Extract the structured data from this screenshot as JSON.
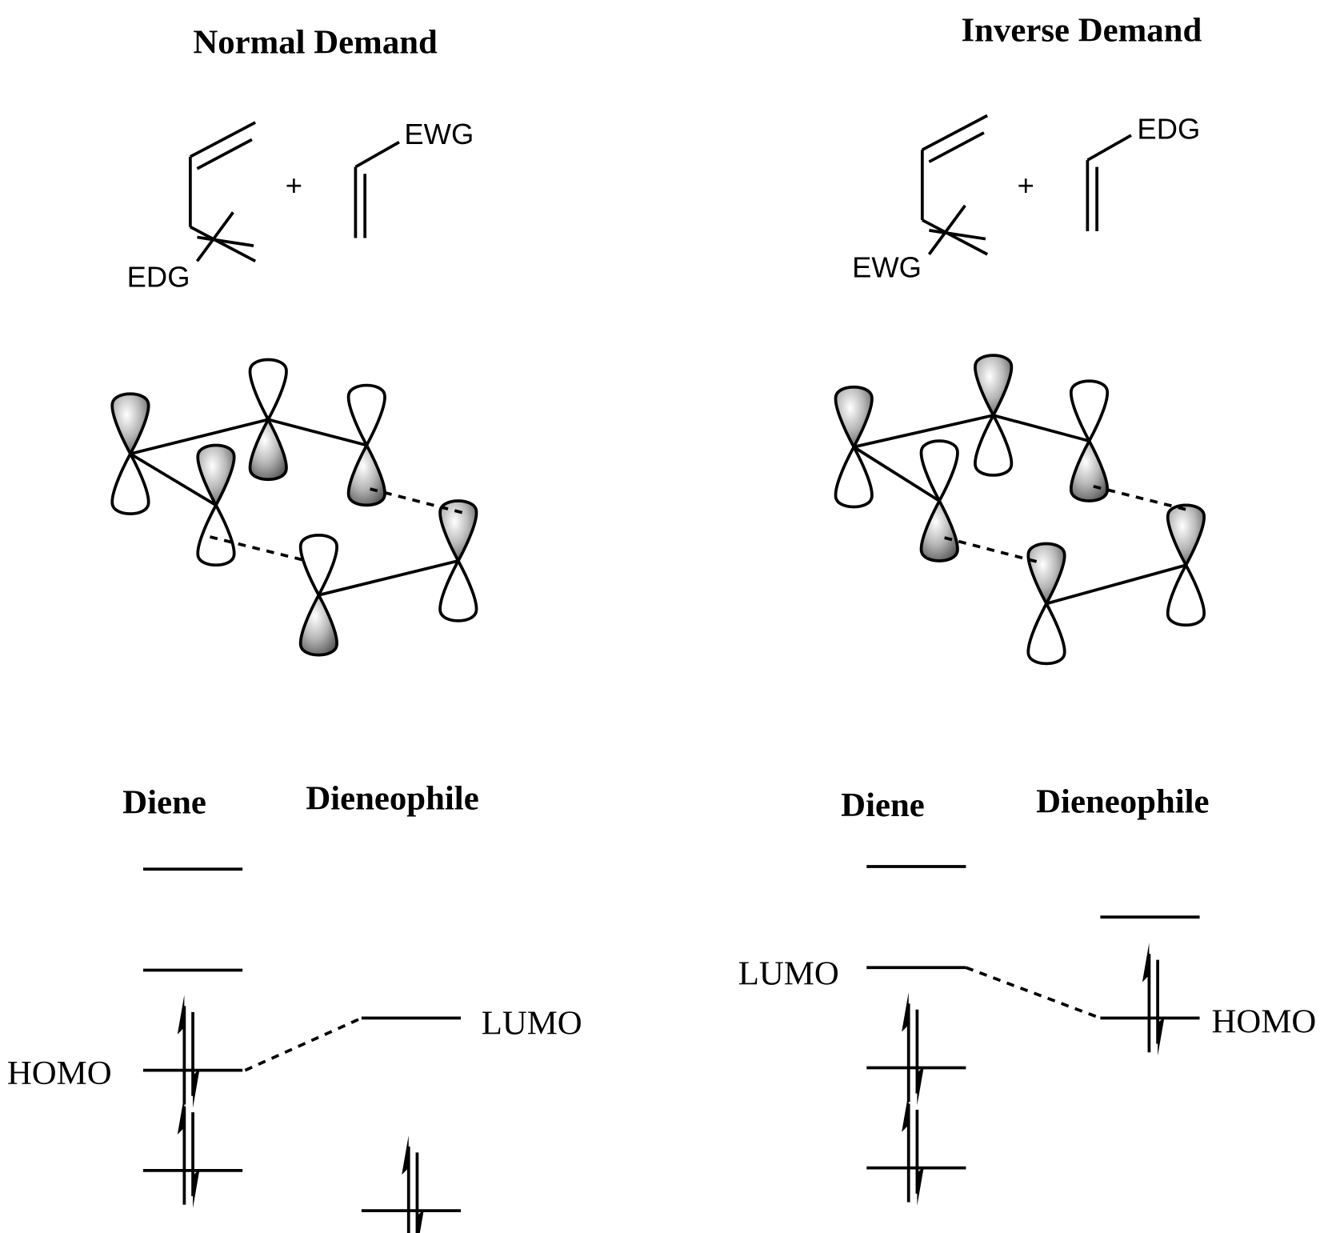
{
  "panels": [
    {
      "title": "Normal Demand",
      "diene_substituent": "EDG",
      "dienophile_substituent": "EWG",
      "plus": "+",
      "diene_header": "Diene",
      "dienophile_header": "Dieneophile",
      "homo_label": "HOMO",
      "lumo_label": "LUMO"
    },
    {
      "title": "Inverse Demand",
      "diene_substituent": "EWG",
      "dienophile_substituent": "EDG",
      "plus": "+",
      "diene_header": "Diene",
      "dienophile_header": "Dieneophile",
      "homo_label": "HOMO",
      "lumo_label": "LUMO"
    }
  ],
  "colors": {
    "line": "#000000",
    "lobe_shade_light": "#ffffff",
    "lobe_shade_dark": "#555555"
  }
}
